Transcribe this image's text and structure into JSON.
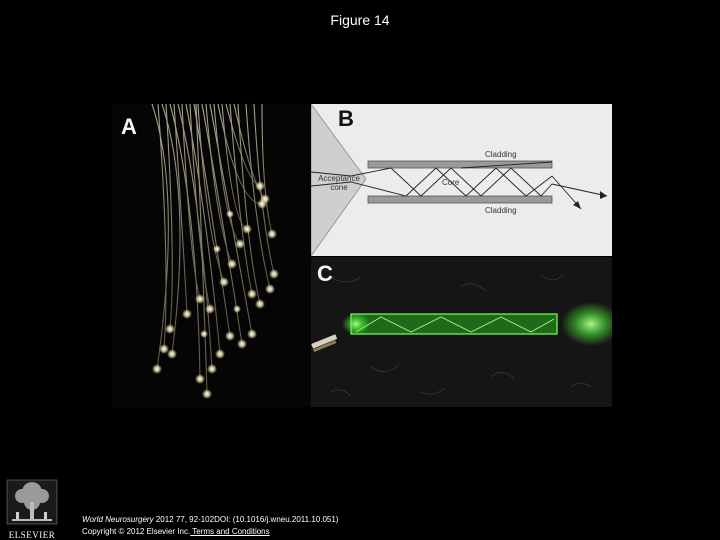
{
  "title": "Figure 14",
  "panels": {
    "a_label": "A",
    "b_label": "B",
    "c_label": "C"
  },
  "diagram": {
    "cladding_top": "Cladding",
    "core": "Core",
    "cladding_bottom": "Cladding",
    "acceptance": "Acceptance cone"
  },
  "footer": {
    "journal": "World Neurosurgery",
    "citation": " 2012 77, 92-102DOI: (10.1016/j.wneu.2011.10.051)",
    "copyright": "Copyright © 2012 Elsevier Inc.",
    "terms_link": " Terms and Conditions"
  },
  "logo": {
    "wordmark": "ELSEVIER",
    "icon": "elsevier-tree-icon"
  },
  "colors": {
    "background": "#000000",
    "text": "#ffffff",
    "fiber_glow": "#f6e9b8",
    "rod_green": "#56ff3a"
  }
}
